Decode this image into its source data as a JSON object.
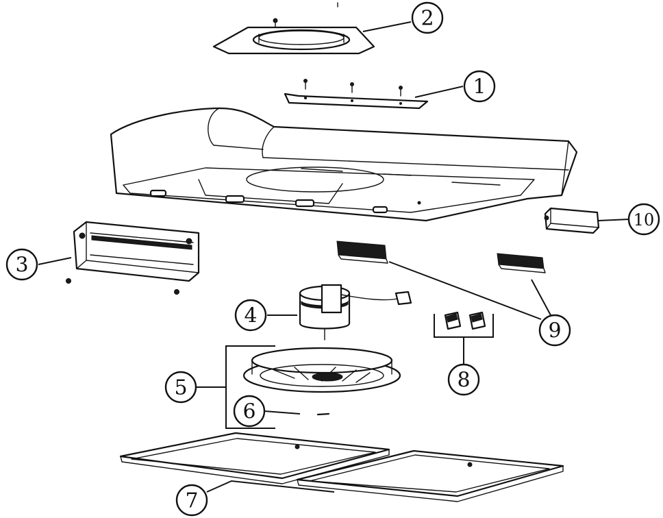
{
  "header_fragment": "",
  "callouts": [
    {
      "id": "c1",
      "label": "1"
    },
    {
      "id": "c2",
      "label": "2"
    },
    {
      "id": "c3",
      "label": "3"
    },
    {
      "id": "c4",
      "label": "4"
    },
    {
      "id": "c5",
      "label": "5"
    },
    {
      "id": "c6",
      "label": "6"
    },
    {
      "id": "c7",
      "label": "7"
    },
    {
      "id": "c8",
      "label": "8"
    },
    {
      "id": "c9",
      "label": "9"
    },
    {
      "id": "c10",
      "label": "10"
    }
  ]
}
